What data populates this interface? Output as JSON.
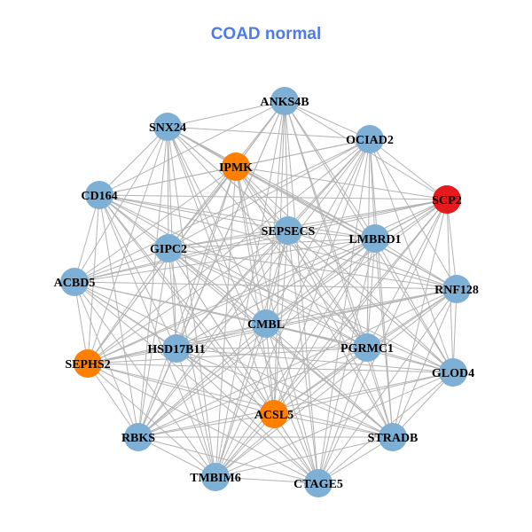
{
  "title": "COAD normal",
  "colors": {
    "title": "#4F7BEA",
    "edge": "#b3b3b3",
    "normal": "#7EB0D5",
    "highlight": "#FF7F00",
    "hub": "#E41A1C"
  },
  "nodes": [
    {
      "id": "ANKS4B",
      "group": "normal"
    },
    {
      "id": "SNX24",
      "group": "normal"
    },
    {
      "id": "OCIAD2",
      "group": "normal"
    },
    {
      "id": "IPMK",
      "group": "highlight"
    },
    {
      "id": "CD164",
      "group": "normal"
    },
    {
      "id": "SCP2",
      "group": "hub"
    },
    {
      "id": "SEPSECS",
      "group": "normal"
    },
    {
      "id": "LMBRD1",
      "group": "normal"
    },
    {
      "id": "GIPC2",
      "group": "normal"
    },
    {
      "id": "ACBD5",
      "group": "normal"
    },
    {
      "id": "RNF128",
      "group": "normal"
    },
    {
      "id": "CMBL",
      "group": "normal"
    },
    {
      "id": "HSD17B11",
      "group": "normal"
    },
    {
      "id": "PGRMC1",
      "group": "normal"
    },
    {
      "id": "SEPHS2",
      "group": "highlight"
    },
    {
      "id": "GLOD4",
      "group": "normal"
    },
    {
      "id": "ACSL5",
      "group": "highlight"
    },
    {
      "id": "RBKS",
      "group": "normal"
    },
    {
      "id": "STRADB",
      "group": "normal"
    },
    {
      "id": "TMBIM6",
      "group": "normal"
    },
    {
      "id": "CTAGE5",
      "group": "normal"
    }
  ],
  "edges": [
    [
      "ANKS4B",
      "SNX24"
    ],
    [
      "ANKS4B",
      "OCIAD2"
    ],
    [
      "ANKS4B",
      "IPMK"
    ],
    [
      "ANKS4B",
      "CD164"
    ],
    [
      "ANKS4B",
      "SCP2"
    ],
    [
      "ANKS4B",
      "SEPSECS"
    ],
    [
      "ANKS4B",
      "LMBRD1"
    ],
    [
      "ANKS4B",
      "GIPC2"
    ],
    [
      "ANKS4B",
      "CMBL"
    ],
    [
      "ANKS4B",
      "HSD17B11"
    ],
    [
      "ANKS4B",
      "PGRMC1"
    ],
    [
      "ANKS4B",
      "SEPHS2"
    ],
    [
      "ANKS4B",
      "ACSL5"
    ],
    [
      "ANKS4B",
      "RBKS"
    ],
    [
      "ANKS4B",
      "STRADB"
    ],
    [
      "ANKS4B",
      "TMBIM6"
    ],
    [
      "ANKS4B",
      "CTAGE5"
    ],
    [
      "ANKS4B",
      "GLOD4"
    ],
    [
      "SNX24",
      "OCIAD2"
    ],
    [
      "SNX24",
      "IPMK"
    ],
    [
      "SNX24",
      "CD164"
    ],
    [
      "SNX24",
      "SEPSECS"
    ],
    [
      "SNX24",
      "LMBRD1"
    ],
    [
      "SNX24",
      "GIPC2"
    ],
    [
      "SNX24",
      "ACBD5"
    ],
    [
      "SNX24",
      "RNF128"
    ],
    [
      "SNX24",
      "CMBL"
    ],
    [
      "SNX24",
      "HSD17B11"
    ],
    [
      "SNX24",
      "PGRMC1"
    ],
    [
      "SNX24",
      "SEPHS2"
    ],
    [
      "SNX24",
      "ACSL5"
    ],
    [
      "SNX24",
      "RBKS"
    ],
    [
      "SNX24",
      "TMBIM6"
    ],
    [
      "SNX24",
      "CTAGE5"
    ],
    [
      "SNX24",
      "GLOD4"
    ],
    [
      "OCIAD2",
      "IPMK"
    ],
    [
      "OCIAD2",
      "CD164"
    ],
    [
      "OCIAD2",
      "SCP2"
    ],
    [
      "OCIAD2",
      "SEPSECS"
    ],
    [
      "OCIAD2",
      "LMBRD1"
    ],
    [
      "OCIAD2",
      "GIPC2"
    ],
    [
      "OCIAD2",
      "RNF128"
    ],
    [
      "OCIAD2",
      "CMBL"
    ],
    [
      "OCIAD2",
      "HSD17B11"
    ],
    [
      "OCIAD2",
      "PGRMC1"
    ],
    [
      "OCIAD2",
      "SEPHS2"
    ],
    [
      "OCIAD2",
      "GLOD4"
    ],
    [
      "OCIAD2",
      "ACSL5"
    ],
    [
      "OCIAD2",
      "RBKS"
    ],
    [
      "OCIAD2",
      "STRADB"
    ],
    [
      "OCIAD2",
      "TMBIM6"
    ],
    [
      "OCIAD2",
      "CTAGE5"
    ],
    [
      "OCIAD2",
      "ACBD5"
    ],
    [
      "IPMK",
      "CD164"
    ],
    [
      "IPMK",
      "SCP2"
    ],
    [
      "IPMK",
      "SEPSECS"
    ],
    [
      "IPMK",
      "LMBRD1"
    ],
    [
      "IPMK",
      "GIPC2"
    ],
    [
      "IPMK",
      "ACBD5"
    ],
    [
      "IPMK",
      "RNF128"
    ],
    [
      "IPMK",
      "CMBL"
    ],
    [
      "IPMK",
      "HSD17B11"
    ],
    [
      "IPMK",
      "PGRMC1"
    ],
    [
      "IPMK",
      "SEPHS2"
    ],
    [
      "IPMK",
      "GLOD4"
    ],
    [
      "IPMK",
      "ACSL5"
    ],
    [
      "IPMK",
      "RBKS"
    ],
    [
      "IPMK",
      "STRADB"
    ],
    [
      "IPMK",
      "TMBIM6"
    ],
    [
      "IPMK",
      "CTAGE5"
    ],
    [
      "CD164",
      "SCP2"
    ],
    [
      "CD164",
      "SEPSECS"
    ],
    [
      "CD164",
      "LMBRD1"
    ],
    [
      "CD164",
      "GIPC2"
    ],
    [
      "CD164",
      "ACBD5"
    ],
    [
      "CD164",
      "RNF128"
    ],
    [
      "CD164",
      "CMBL"
    ],
    [
      "CD164",
      "HSD17B11"
    ],
    [
      "CD164",
      "PGRMC1"
    ],
    [
      "CD164",
      "SEPHS2"
    ],
    [
      "CD164",
      "GLOD4"
    ],
    [
      "CD164",
      "ACSL5"
    ],
    [
      "CD164",
      "RBKS"
    ],
    [
      "CD164",
      "STRADB"
    ],
    [
      "CD164",
      "TMBIM6"
    ],
    [
      "CD164",
      "CTAGE5"
    ],
    [
      "SCP2",
      "SEPSECS"
    ],
    [
      "SCP2",
      "LMBRD1"
    ],
    [
      "SCP2",
      "GIPC2"
    ],
    [
      "SCP2",
      "ACBD5"
    ],
    [
      "SCP2",
      "RNF128"
    ],
    [
      "SCP2",
      "CMBL"
    ],
    [
      "SCP2",
      "HSD17B11"
    ],
    [
      "SCP2",
      "PGRMC1"
    ],
    [
      "SCP2",
      "SEPHS2"
    ],
    [
      "SCP2",
      "GLOD4"
    ],
    [
      "SCP2",
      "ACSL5"
    ],
    [
      "SCP2",
      "RBKS"
    ],
    [
      "SCP2",
      "STRADB"
    ],
    [
      "SCP2",
      "TMBIM6"
    ],
    [
      "SCP2",
      "CTAGE5"
    ],
    [
      "SEPSECS",
      "LMBRD1"
    ],
    [
      "SEPSECS",
      "GIPC2"
    ],
    [
      "SEPSECS",
      "ACBD5"
    ],
    [
      "SEPSECS",
      "RNF128"
    ],
    [
      "SEPSECS",
      "CMBL"
    ],
    [
      "SEPSECS",
      "HSD17B11"
    ],
    [
      "SEPSECS",
      "PGRMC1"
    ],
    [
      "SEPSECS",
      "SEPHS2"
    ],
    [
      "SEPSECS",
      "GLOD4"
    ],
    [
      "SEPSECS",
      "ACSL5"
    ],
    [
      "SEPSECS",
      "RBKS"
    ],
    [
      "SEPSECS",
      "STRADB"
    ],
    [
      "SEPSECS",
      "TMBIM6"
    ],
    [
      "SEPSECS",
      "CTAGE5"
    ],
    [
      "LMBRD1",
      "GIPC2"
    ],
    [
      "LMBRD1",
      "ACBD5"
    ],
    [
      "LMBRD1",
      "RNF128"
    ],
    [
      "LMBRD1",
      "CMBL"
    ],
    [
      "LMBRD1",
      "HSD17B11"
    ],
    [
      "LMBRD1",
      "PGRMC1"
    ],
    [
      "LMBRD1",
      "SEPHS2"
    ],
    [
      "LMBRD1",
      "GLOD4"
    ],
    [
      "LMBRD1",
      "ACSL5"
    ],
    [
      "LMBRD1",
      "RBKS"
    ],
    [
      "LMBRD1",
      "STRADB"
    ],
    [
      "LMBRD1",
      "TMBIM6"
    ],
    [
      "LMBRD1",
      "CTAGE5"
    ],
    [
      "GIPC2",
      "ACBD5"
    ],
    [
      "GIPC2",
      "RNF128"
    ],
    [
      "GIPC2",
      "CMBL"
    ],
    [
      "GIPC2",
      "HSD17B11"
    ],
    [
      "GIPC2",
      "PGRMC1"
    ],
    [
      "GIPC2",
      "SEPHS2"
    ],
    [
      "GIPC2",
      "GLOD4"
    ],
    [
      "GIPC2",
      "ACSL5"
    ],
    [
      "GIPC2",
      "RBKS"
    ],
    [
      "GIPC2",
      "STRADB"
    ],
    [
      "GIPC2",
      "TMBIM6"
    ],
    [
      "GIPC2",
      "CTAGE5"
    ],
    [
      "ACBD5",
      "RNF128"
    ],
    [
      "ACBD5",
      "CMBL"
    ],
    [
      "ACBD5",
      "HSD17B11"
    ],
    [
      "ACBD5",
      "PGRMC1"
    ],
    [
      "ACBD5",
      "SEPHS2"
    ],
    [
      "ACBD5",
      "ACSL5"
    ],
    [
      "ACBD5",
      "RBKS"
    ],
    [
      "ACBD5",
      "STRADB"
    ],
    [
      "ACBD5",
      "TMBIM6"
    ],
    [
      "ACBD5",
      "CTAGE5"
    ],
    [
      "RNF128",
      "CMBL"
    ],
    [
      "RNF128",
      "HSD17B11"
    ],
    [
      "RNF128",
      "PGRMC1"
    ],
    [
      "RNF128",
      "SEPHS2"
    ],
    [
      "RNF128",
      "GLOD4"
    ],
    [
      "RNF128",
      "ACSL5"
    ],
    [
      "RNF128",
      "RBKS"
    ],
    [
      "RNF128",
      "STRADB"
    ],
    [
      "RNF128",
      "TMBIM6"
    ],
    [
      "RNF128",
      "CTAGE5"
    ],
    [
      "CMBL",
      "HSD17B11"
    ],
    [
      "CMBL",
      "PGRMC1"
    ],
    [
      "CMBL",
      "SEPHS2"
    ],
    [
      "CMBL",
      "GLOD4"
    ],
    [
      "CMBL",
      "ACSL5"
    ],
    [
      "CMBL",
      "RBKS"
    ],
    [
      "CMBL",
      "STRADB"
    ],
    [
      "CMBL",
      "TMBIM6"
    ],
    [
      "CMBL",
      "CTAGE5"
    ],
    [
      "HSD17B11",
      "PGRMC1"
    ],
    [
      "HSD17B11",
      "SEPHS2"
    ],
    [
      "HSD17B11",
      "GLOD4"
    ],
    [
      "HSD17B11",
      "ACSL5"
    ],
    [
      "HSD17B11",
      "RBKS"
    ],
    [
      "HSD17B11",
      "STRADB"
    ],
    [
      "HSD17B11",
      "TMBIM6"
    ],
    [
      "HSD17B11",
      "CTAGE5"
    ],
    [
      "PGRMC1",
      "SEPHS2"
    ],
    [
      "PGRMC1",
      "GLOD4"
    ],
    [
      "PGRMC1",
      "ACSL5"
    ],
    [
      "PGRMC1",
      "RBKS"
    ],
    [
      "PGRMC1",
      "STRADB"
    ],
    [
      "PGRMC1",
      "TMBIM6"
    ],
    [
      "PGRMC1",
      "CTAGE5"
    ],
    [
      "SEPHS2",
      "GLOD4"
    ],
    [
      "SEPHS2",
      "ACSL5"
    ],
    [
      "SEPHS2",
      "RBKS"
    ],
    [
      "SEPHS2",
      "STRADB"
    ],
    [
      "SEPHS2",
      "TMBIM6"
    ],
    [
      "SEPHS2",
      "CTAGE5"
    ],
    [
      "GLOD4",
      "ACSL5"
    ],
    [
      "GLOD4",
      "RBKS"
    ],
    [
      "GLOD4",
      "STRADB"
    ],
    [
      "GLOD4",
      "TMBIM6"
    ],
    [
      "GLOD4",
      "CTAGE5"
    ],
    [
      "ACSL5",
      "RBKS"
    ],
    [
      "ACSL5",
      "STRADB"
    ],
    [
      "ACSL5",
      "TMBIM6"
    ],
    [
      "ACSL5",
      "CTAGE5"
    ],
    [
      "RBKS",
      "STRADB"
    ],
    [
      "RBKS",
      "TMBIM6"
    ],
    [
      "RBKS",
      "CTAGE5"
    ],
    [
      "STRADB",
      "TMBIM6"
    ],
    [
      "STRADB",
      "CTAGE5"
    ],
    [
      "TMBIM6",
      "CTAGE5"
    ]
  ]
}
